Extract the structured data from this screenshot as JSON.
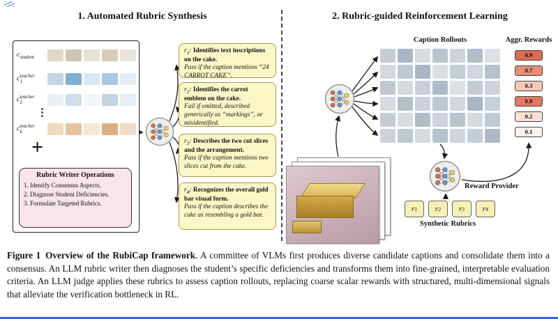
{
  "artifacts": {
    "bottom_rule_color": "#3b63d4",
    "corner_mark_color": "#5b8ae0"
  },
  "left_panel": {
    "title": "1. Automated Rubric Synthesis",
    "committee": {
      "rows": [
        {
          "var": "c",
          "sup": "student",
          "sub": "",
          "colors": [
            "#e3d6c6",
            "#cfc4b4",
            "#e8e2d6",
            "#d8cbb8",
            "#eae4da"
          ]
        },
        {
          "var": "c",
          "sup": "teacher",
          "sub": "1",
          "colors": [
            "#c2d6e6",
            "#7fafd4",
            "#dbe8f2",
            "#a9c7e0",
            "#e4edf4"
          ]
        },
        {
          "var": "c",
          "sup": "teacher",
          "sub": "2",
          "colors": [
            "#e9f1f6",
            "#cfdfe9",
            "#f2f6f9",
            "#c2d5e2",
            "#e6eef4"
          ]
        },
        {
          "var": "c",
          "sup": "teacher",
          "sub": "k",
          "colors": [
            "#f2d9bd",
            "#e7c49e",
            "#f6e8d4",
            "#ddb083",
            "#f0dcc6"
          ]
        }
      ],
      "ellipsis": "⋮",
      "plus": "+"
    },
    "rubric_writer": {
      "title": "Rubric Writer Operations",
      "items": [
        "1. Identify Consensus Aspects.",
        "2. Diagnose Student Deficiencies.",
        "3. Formulate Targeted Rubrics."
      ]
    },
    "rubrics": [
      {
        "var": "r",
        "sub": "1",
        "sep": ": ",
        "head": "Identifies text inscriptions on the cake.",
        "detail": "Pass if the caption mentions “24 CARROT CAKE”."
      },
      {
        "var": "r",
        "sub": "2",
        "sep": ": ",
        "head": "Identifies the carrot emblem on the cake.",
        "detail": "Fail if omitted, described generically as “markings”, or misidentified."
      },
      {
        "var": "r",
        "sub": "3",
        "sep": ": ",
        "head": "Describes the two cut slices and the arrangement.",
        "detail": "Pass if the caption mentions two slices cut from the cake."
      },
      {
        "var": "r",
        "sub": "4",
        "sep": ": ",
        "head": "Recognizes the overall gold bar visual form.",
        "detail": "Pass if the caption describes the cake as resembling a gold bar."
      }
    ]
  },
  "right_panel": {
    "title": "2. Rubric-guided Reinforcement Learning",
    "rollouts_label": "Caption Rollouts",
    "rewards_label": "Aggr. Rewards",
    "rollout_grid": [
      [
        "#c7cdd6",
        "#aab7c6",
        "#d8dbe1",
        "#bac4d0",
        "#cdd3db",
        "#b2bdca",
        "#dde0e6"
      ],
      [
        "#d2d8df",
        "#c0c9d3",
        "#a8b5c4",
        "#dadee4",
        "#c5ced7",
        "#d0d6dd",
        "#b6c1cd"
      ],
      [
        "#bec7d2",
        "#d5d9df",
        "#c8cfd8",
        "#aebac8",
        "#dcdfe5",
        "#c3ccd5",
        "#ced4dc"
      ],
      [
        "#d8dbe2",
        "#b4bfcb",
        "#cbd2da",
        "#bec8d2",
        "#d1d7de",
        "#a8b6c5",
        "#c7cfd7"
      ],
      [
        "#c3ccd5",
        "#d9dce2",
        "#b0bcc8",
        "#ced5dc",
        "#b8c3cf",
        "#d6dae0",
        "#c0cad4"
      ],
      [
        "#ccd3da",
        "#bec8d2",
        "#d7dae0",
        "#b6c2cd",
        "#cfd6dd",
        "#c5ced6",
        "#acb9c7"
      ]
    ],
    "rewards": [
      {
        "value": "0.9",
        "color": "#db6b52"
      },
      {
        "value": "0.7",
        "color": "#e68e77"
      },
      {
        "value": "0.3",
        "color": "#f4c9ba"
      },
      {
        "value": "0.8",
        "color": "#e17a60"
      },
      {
        "value": "0.2",
        "color": "#f9e0d6"
      },
      {
        "value": "0.1",
        "color": "#fdf2ec"
      }
    ],
    "reward_provider_label": "Reward Provider",
    "synthetic_rubrics_label": "Synthetic Rubrics",
    "rubric_chips": [
      {
        "var": "r",
        "sub": "1"
      },
      {
        "var": "r",
        "sub": "2"
      },
      {
        "var": "r",
        "sub": "3"
      },
      {
        "var": "r",
        "sub": "4"
      }
    ]
  },
  "caption": {
    "label": "Figure 1",
    "title": "Overview of the RubiCap framework",
    "body": ". A committee of VLMs first produces diverse candidate captions and consolidate them into a consensus. An LLM rubric writer then diagnoses the student’s specific deficiencies and transforms them into fine-grained, interpretable evaluation criteria. An LLM judge applies these rubrics to assess caption rollouts, replacing coarse scalar rewards with structured, multi-dimensional signals that alleviate the verification bottleneck in RL."
  }
}
